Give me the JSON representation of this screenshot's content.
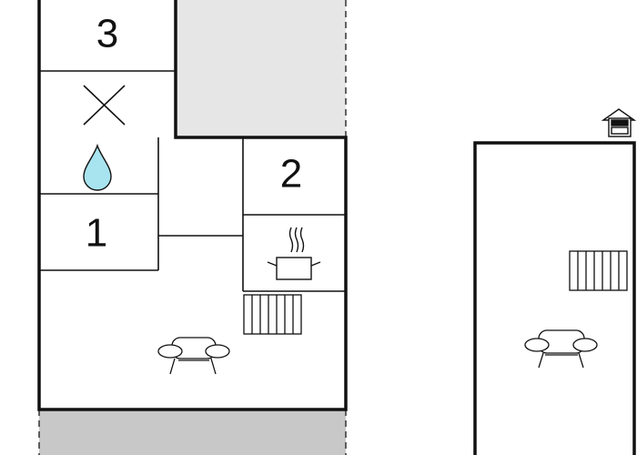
{
  "rooms": {
    "bedroom_top": {
      "label": "3"
    },
    "bedroom_right": {
      "label": "2"
    },
    "bedroom_left": {
      "label": "1"
    }
  },
  "icons": {
    "water": {
      "name": "water-drop-icon",
      "color": "#a8e4ef"
    },
    "kitchen": {
      "name": "cooking-pot-icon"
    },
    "heater": {
      "name": "radiator-icon"
    },
    "sofa": {
      "name": "armchair-icon"
    },
    "house": {
      "name": "house-icon"
    },
    "cross": {
      "name": "cross-icon"
    }
  },
  "colors": {
    "wall": "#111111",
    "terrace": "#e6e6e6",
    "terrace_dark": "#c8c8c8",
    "background": "#ffffff"
  }
}
